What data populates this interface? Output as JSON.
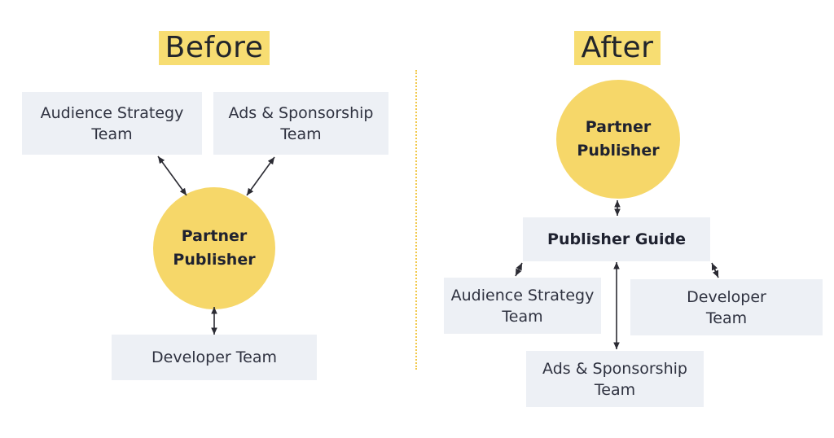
{
  "before": {
    "heading": "Before",
    "audience": "Audience Strategy\nTeam",
    "ads": "Ads & Sponsorship\nTeam",
    "publisher": "Partner\nPublisher",
    "developer": "Developer Team"
  },
  "after": {
    "heading": "After",
    "publisher": "Partner\nPublisher",
    "guide": "Publisher Guide",
    "audience": "Audience Strategy\nTeam",
    "developer": "Developer\nTeam",
    "ads": "Ads & Sponsorship\nTeam"
  },
  "colors": {
    "highlight": "#f7dd72",
    "circle": "#f6d769",
    "box": "#edf0f5",
    "divider": "#f2c94c"
  }
}
